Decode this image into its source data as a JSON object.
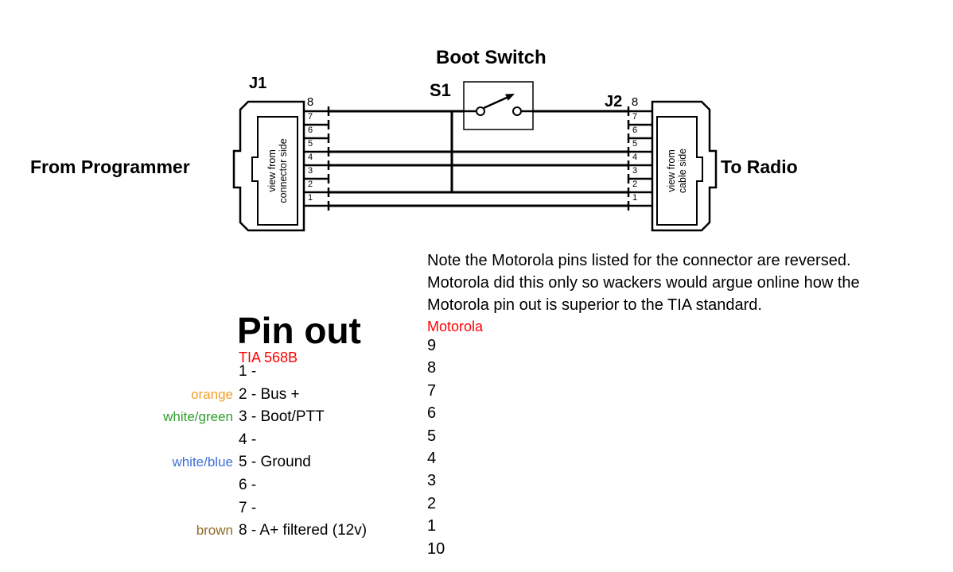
{
  "diagram": {
    "title": "Boot Switch",
    "switch_label": "S1",
    "from_label": "From Programmer",
    "to_label": "To Radio",
    "j1": {
      "label": "J1",
      "view_text": [
        "view from",
        "connector side"
      ],
      "pins": [
        "8",
        "7",
        "6",
        "5",
        "4",
        "3",
        "2",
        "1"
      ]
    },
    "j2": {
      "label": "J2",
      "view_text": [
        "view from",
        "cable side"
      ],
      "pins": [
        "8",
        "7",
        "6",
        "5",
        "4",
        "3",
        "2",
        "1"
      ]
    }
  },
  "note": {
    "lines": [
      "Note the Motorola pins listed for the connector are reversed.",
      "Motorola did this only so wackers would argue online how the",
      "Motorola pin out is superior to the TIA standard."
    ]
  },
  "pinout": {
    "title": "Pin out",
    "standard": "TIA 568B",
    "rows": [
      {
        "color_label": "",
        "color": "",
        "text": "1 -"
      },
      {
        "color_label": "orange",
        "color": "#F5A028",
        "text": "2 - Bus +"
      },
      {
        "color_label": "white/green",
        "color": "#2E9E2E",
        "text": "3 - Boot/PTT"
      },
      {
        "color_label": "",
        "color": "",
        "text": "4 -"
      },
      {
        "color_label": "white/blue",
        "color": "#3E6FD8",
        "text": "5 - Ground"
      },
      {
        "color_label": "",
        "color": "",
        "text": "6 -"
      },
      {
        "color_label": "",
        "color": "",
        "text": "7 -"
      },
      {
        "color_label": "brown",
        "color": "#8F6A28",
        "text": "8 - A+ filtered (12v)"
      }
    ]
  },
  "motorola": {
    "label": "Motorola",
    "pins": [
      "9",
      "8",
      "7",
      "6",
      "5",
      "4",
      "3",
      "2",
      "1",
      "10"
    ]
  },
  "colors": {
    "accent_red": "#FF0000",
    "ink": "#000000",
    "background": "#FFFFFF"
  }
}
